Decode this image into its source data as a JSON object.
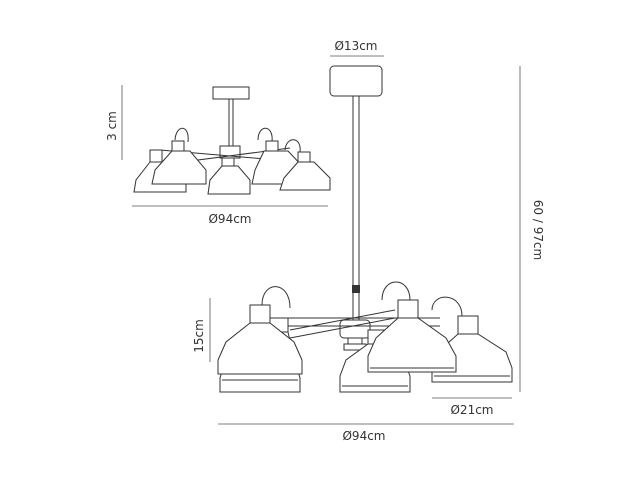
{
  "labels": {
    "canopy_diameter": "Ø13cm",
    "top_height": "3 cm",
    "top_width": "Ø94cm",
    "overall_height": "60 / 97cm",
    "shade_height": "15cm",
    "shade_diameter": "Ø21cm",
    "bottom_width": "Ø94cm"
  },
  "colors": {
    "line": "#333333",
    "dimension": "#555555",
    "background": "#ffffff"
  }
}
